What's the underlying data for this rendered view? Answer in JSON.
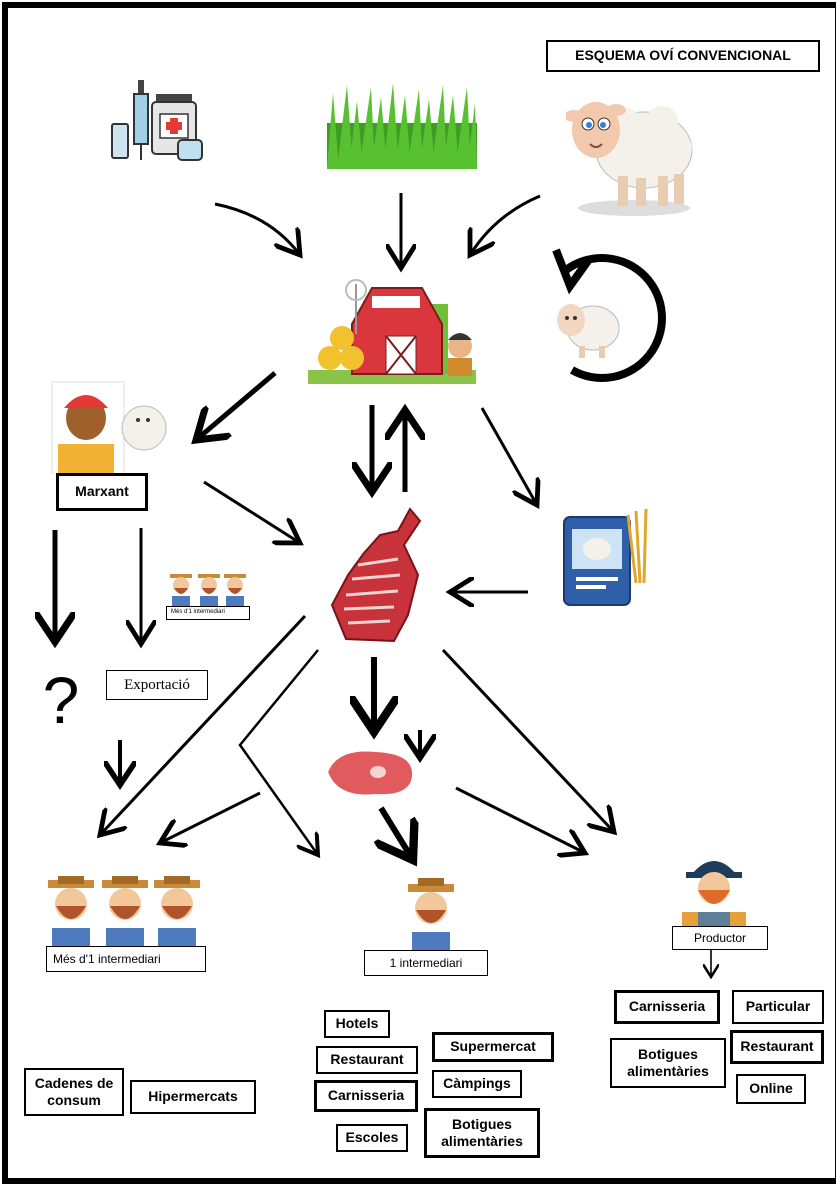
{
  "title": "ESQUEMA OVÍ CONVENCIONAL",
  "nodes": {
    "marxant": "Marxant",
    "mes_intermediari_small": "Més d'1 intermediari",
    "exportacio": "Exportació",
    "question": "?",
    "mes_intermediari": "Més d'1 intermediari",
    "un_intermediari": "1 intermediari",
    "productor": "Productor"
  },
  "outlets_left": [
    "Cadenes de consum",
    "Hipermercats"
  ],
  "outlets_middle": [
    "Hotels",
    "Restaurant",
    "Supermercat",
    "Càmpings",
    "Carnisseria",
    "Escoles",
    "Botigues alimentàries"
  ],
  "outlets_right": [
    "Carnisseria",
    "Particular",
    "Botigues alimentàries",
    "Restaurant",
    "Online"
  ],
  "colors": {
    "meat": "#c8323a",
    "barn": "#d9363e",
    "grass": "#4caf2a",
    "skin": "#f2c79a",
    "hat": "#c98a3a",
    "beard": "#b0532a",
    "feed_bag": "#2f5fa8"
  }
}
